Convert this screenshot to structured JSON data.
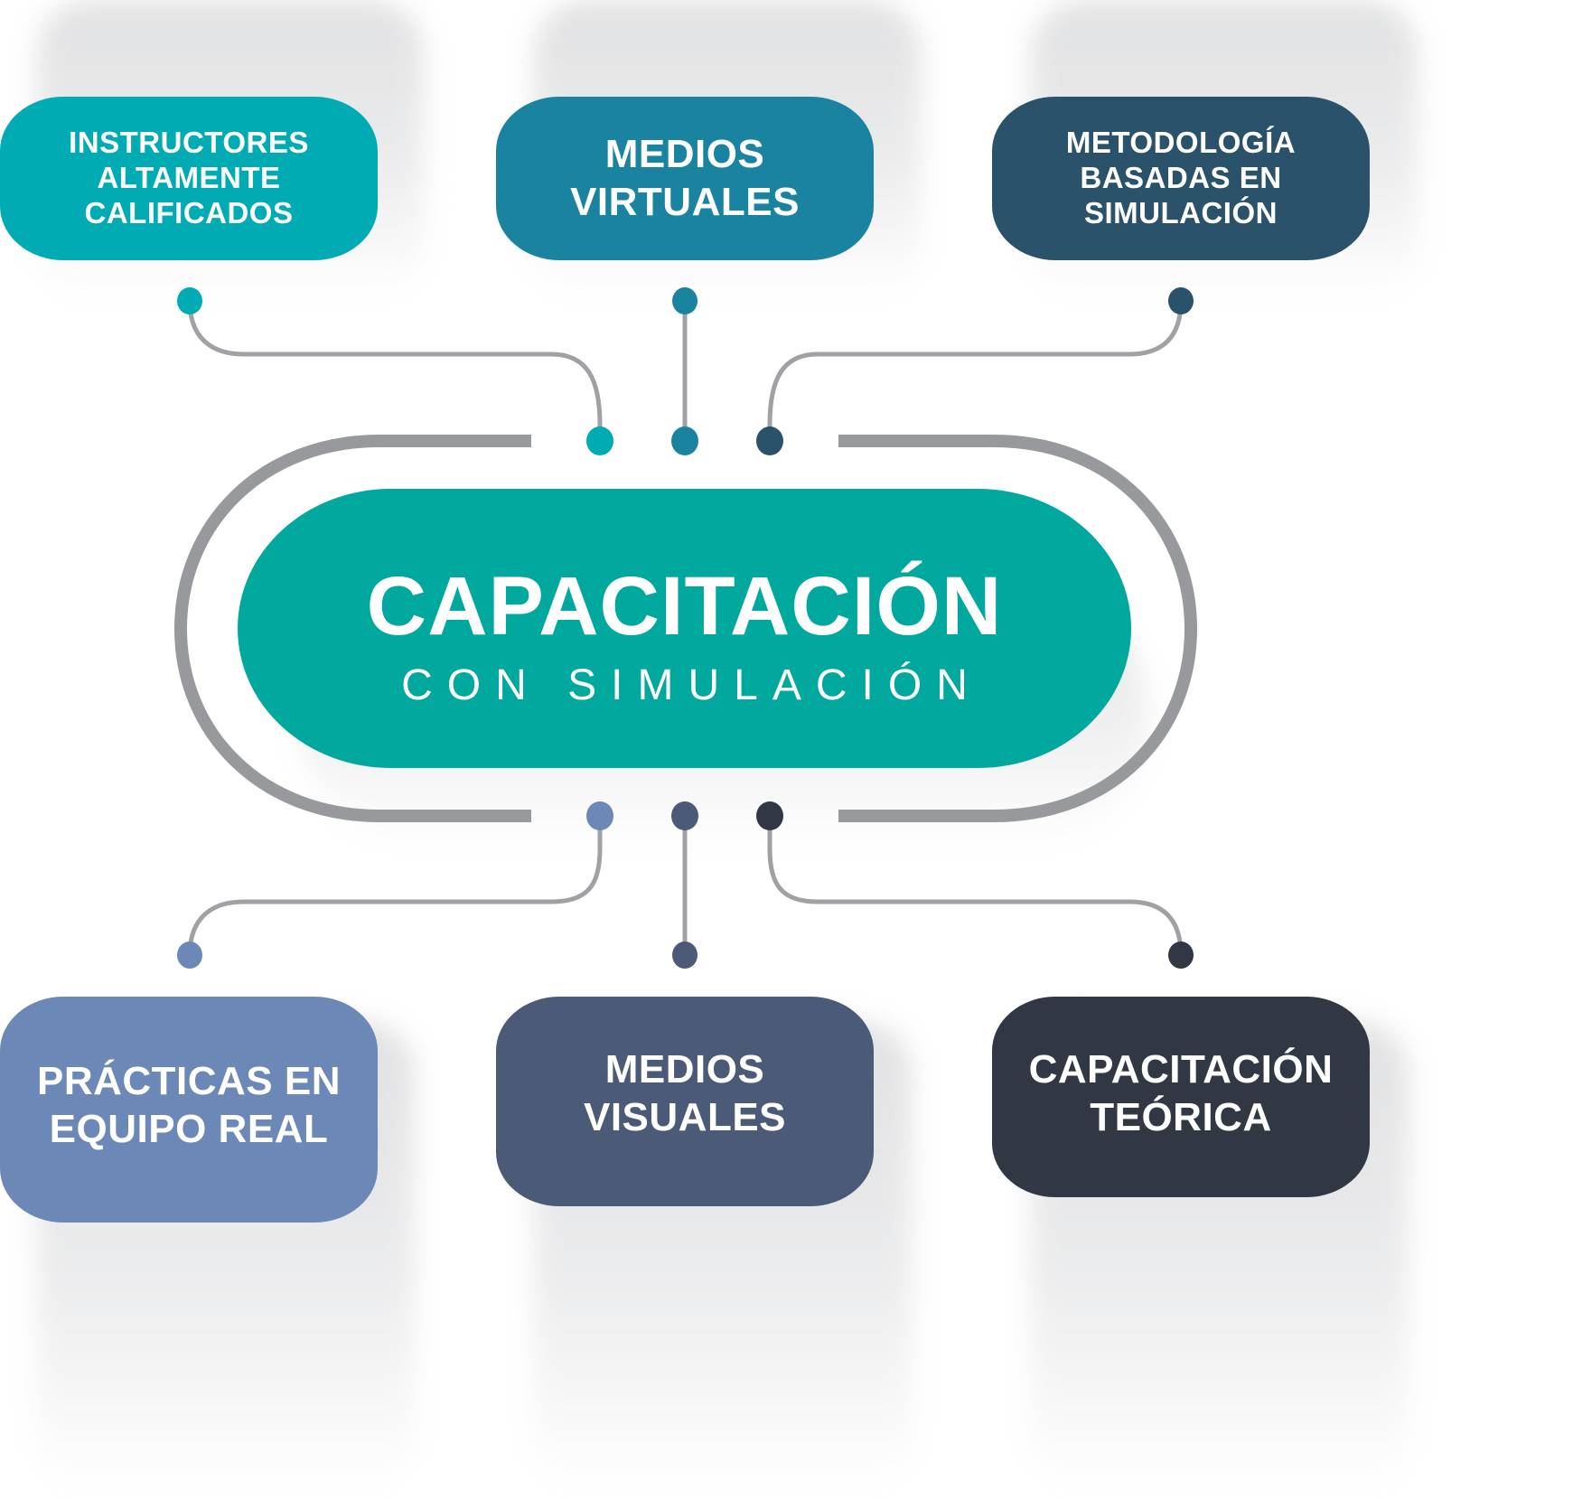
{
  "diagram": {
    "center": {
      "title": "CAPACITACIÓN",
      "subtitle": "CON SIMULACIÓN",
      "color": "#01a89d"
    },
    "top_nodes": [
      {
        "lines": [
          "INSTRUCTORES",
          "ALTAMENTE",
          "CALIFICADOS"
        ],
        "color": "#00abb4"
      },
      {
        "lines": [
          "MEDIOS",
          "VIRTUALES"
        ],
        "color": "#1a84a0"
      },
      {
        "lines": [
          "METODOLOGÍA",
          "BASADAS EN",
          "SIMULACIÓN"
        ],
        "color": "#2b526b"
      }
    ],
    "bottom_nodes": [
      {
        "lines": [
          "PRÁCTICAS EN",
          "EQUIPO REAL"
        ],
        "color": "#6c88b6"
      },
      {
        "lines": [
          "MEDIOS",
          "VISUALES"
        ],
        "color": "#4b5a76"
      },
      {
        "lines": [
          "CAPACITACIÓN",
          "TEÓRICA"
        ],
        "color": "#313843"
      }
    ],
    "connector_color": "#98999d",
    "ring_color": "#98999d"
  }
}
